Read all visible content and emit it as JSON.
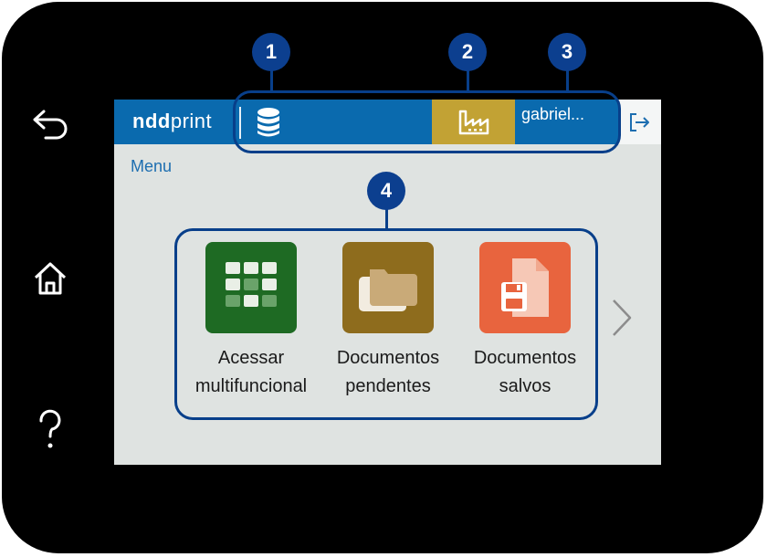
{
  "brand": {
    "bold": "ndd",
    "light": "print"
  },
  "topbar": {
    "username": "gabriel..."
  },
  "menu_label": "Menu",
  "tiles": [
    {
      "line1": "Acessar",
      "line2": "multifuncional",
      "icon": "grid-icon",
      "color": "#1e6a23"
    },
    {
      "line1": "Documentos",
      "line2": "pendentes",
      "icon": "folder-icon",
      "color": "#8e6c1d"
    },
    {
      "line1": "Documentos",
      "line2": "salvos",
      "icon": "saved-document-icon",
      "color": "#e8643e"
    }
  ],
  "callouts": [
    "1",
    "2",
    "3",
    "4"
  ],
  "colors": {
    "topbar": "#0a6aae",
    "factory": "#c2a234",
    "callout": "#0c3f8f",
    "screen_bg": "#dfe3e1"
  },
  "side_icons": [
    "back-arrow-icon",
    "home-icon",
    "help-icon"
  ]
}
